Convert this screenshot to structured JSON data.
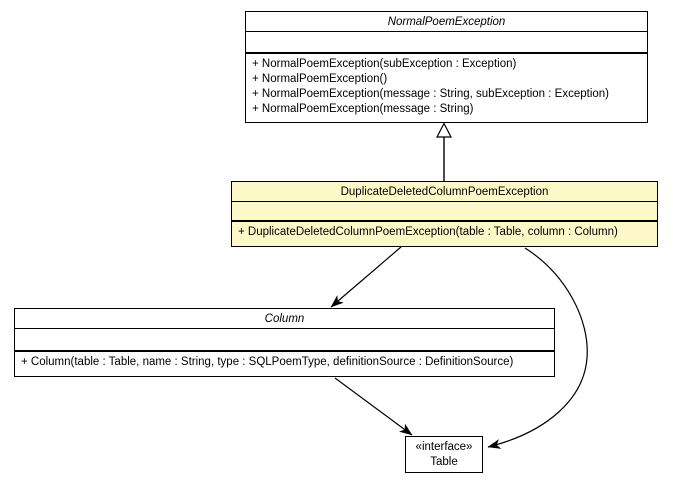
{
  "diagram": {
    "type": "uml-class-diagram",
    "background_color": "#ffffff",
    "line_color": "#000000",
    "class_fill": "#ffffff",
    "highlight_fill": "#fcf8c8"
  },
  "classes": {
    "normal_poem_exception": {
      "title": "NormalPoemException",
      "abstract": true,
      "methods": [
        "+ NormalPoemException(subException : Exception)",
        "+ NormalPoemException()",
        "+ NormalPoemException(message : String, subException : Exception)",
        "+ NormalPoemException(message : String)"
      ]
    },
    "duplicate_deleted_column_poem_exception": {
      "title": "DuplicateDeletedColumnPoemException",
      "abstract": false,
      "highlighted": true,
      "methods": [
        "+ DuplicateDeletedColumnPoemException(table : Table, column : Column)"
      ]
    },
    "column": {
      "title": "Column",
      "abstract": true,
      "methods": [
        "+ Column(table : Table, name : String, type : SQLPoemType, definitionSource : DefinitionSource)"
      ]
    },
    "table": {
      "stereotype": "«interface»",
      "title": "Table",
      "interface": true
    }
  },
  "relationships": [
    {
      "from": "DuplicateDeletedColumnPoemException",
      "to": "NormalPoemException",
      "type": "generalization",
      "arrowhead": "hollow-triangle"
    },
    {
      "from": "DuplicateDeletedColumnPoemException",
      "to": "Column",
      "type": "directed-association",
      "arrowhead": "filled"
    },
    {
      "from": "Column",
      "to": "Table",
      "type": "directed-association",
      "arrowhead": "filled"
    },
    {
      "from": "DuplicateDeletedColumnPoemException",
      "to": "Table",
      "type": "directed-association",
      "arrowhead": "filled"
    }
  ]
}
